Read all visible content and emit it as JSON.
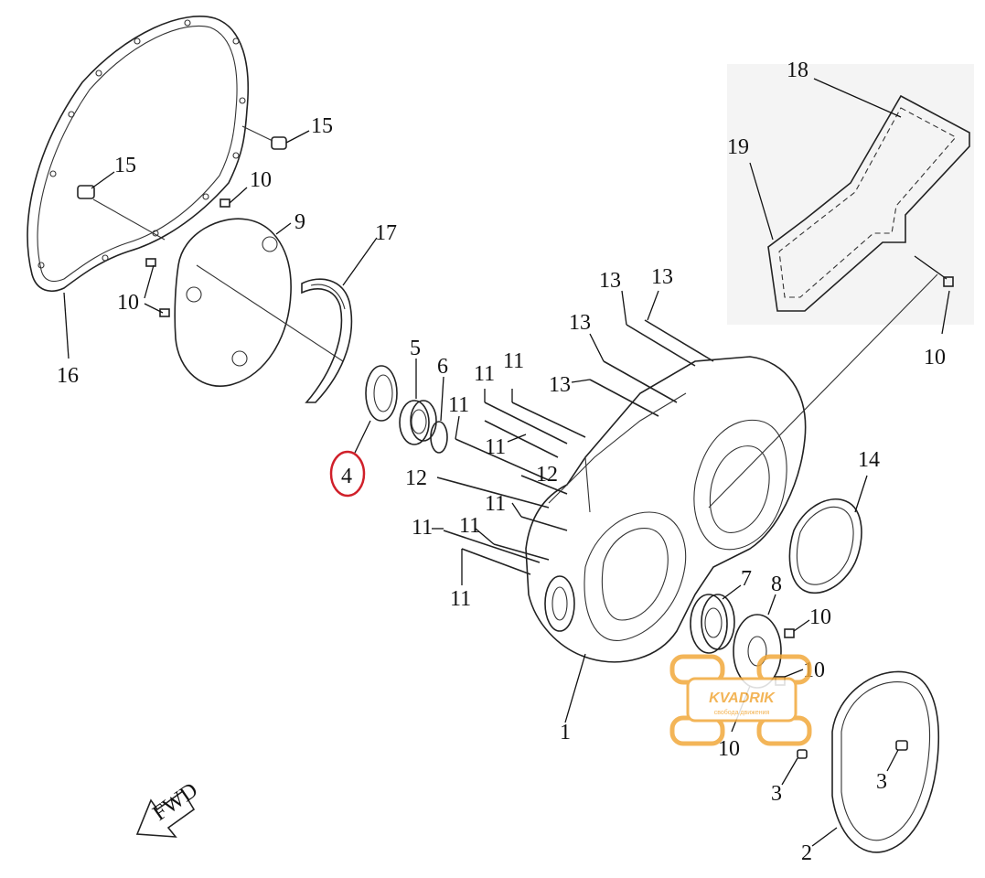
{
  "diagram": {
    "callouts": {
      "c1": "1",
      "c2": "2",
      "c3a": "3",
      "c3b": "3",
      "c4": "4",
      "c5": "5",
      "c6": "6",
      "c7": "7",
      "c8": "8",
      "c9": "9",
      "c10a": "10",
      "c10b": "10",
      "c10c": "10",
      "c10d": "10",
      "c10e": "10",
      "c10f": "10",
      "c11a": "11",
      "c11b": "11",
      "c11c": "11",
      "c11d": "11",
      "c11e": "11",
      "c11f": "11",
      "c11g": "11",
      "c11h": "11",
      "c12a": "12",
      "c12b": "12",
      "c13a": "13",
      "c13b": "13",
      "c13c": "13",
      "c13d": "13",
      "c14": "14",
      "c15a": "15",
      "c15b": "15",
      "c16": "16",
      "c17": "17",
      "c18": "18",
      "c19": "19"
    },
    "fwd_label": "FWD",
    "highlighted_callout": "4",
    "highlight_color": "#d0202a"
  },
  "watermark": {
    "brand": "KVADRIK",
    "tagline": "свобода движения",
    "color": "#f2a93b"
  }
}
